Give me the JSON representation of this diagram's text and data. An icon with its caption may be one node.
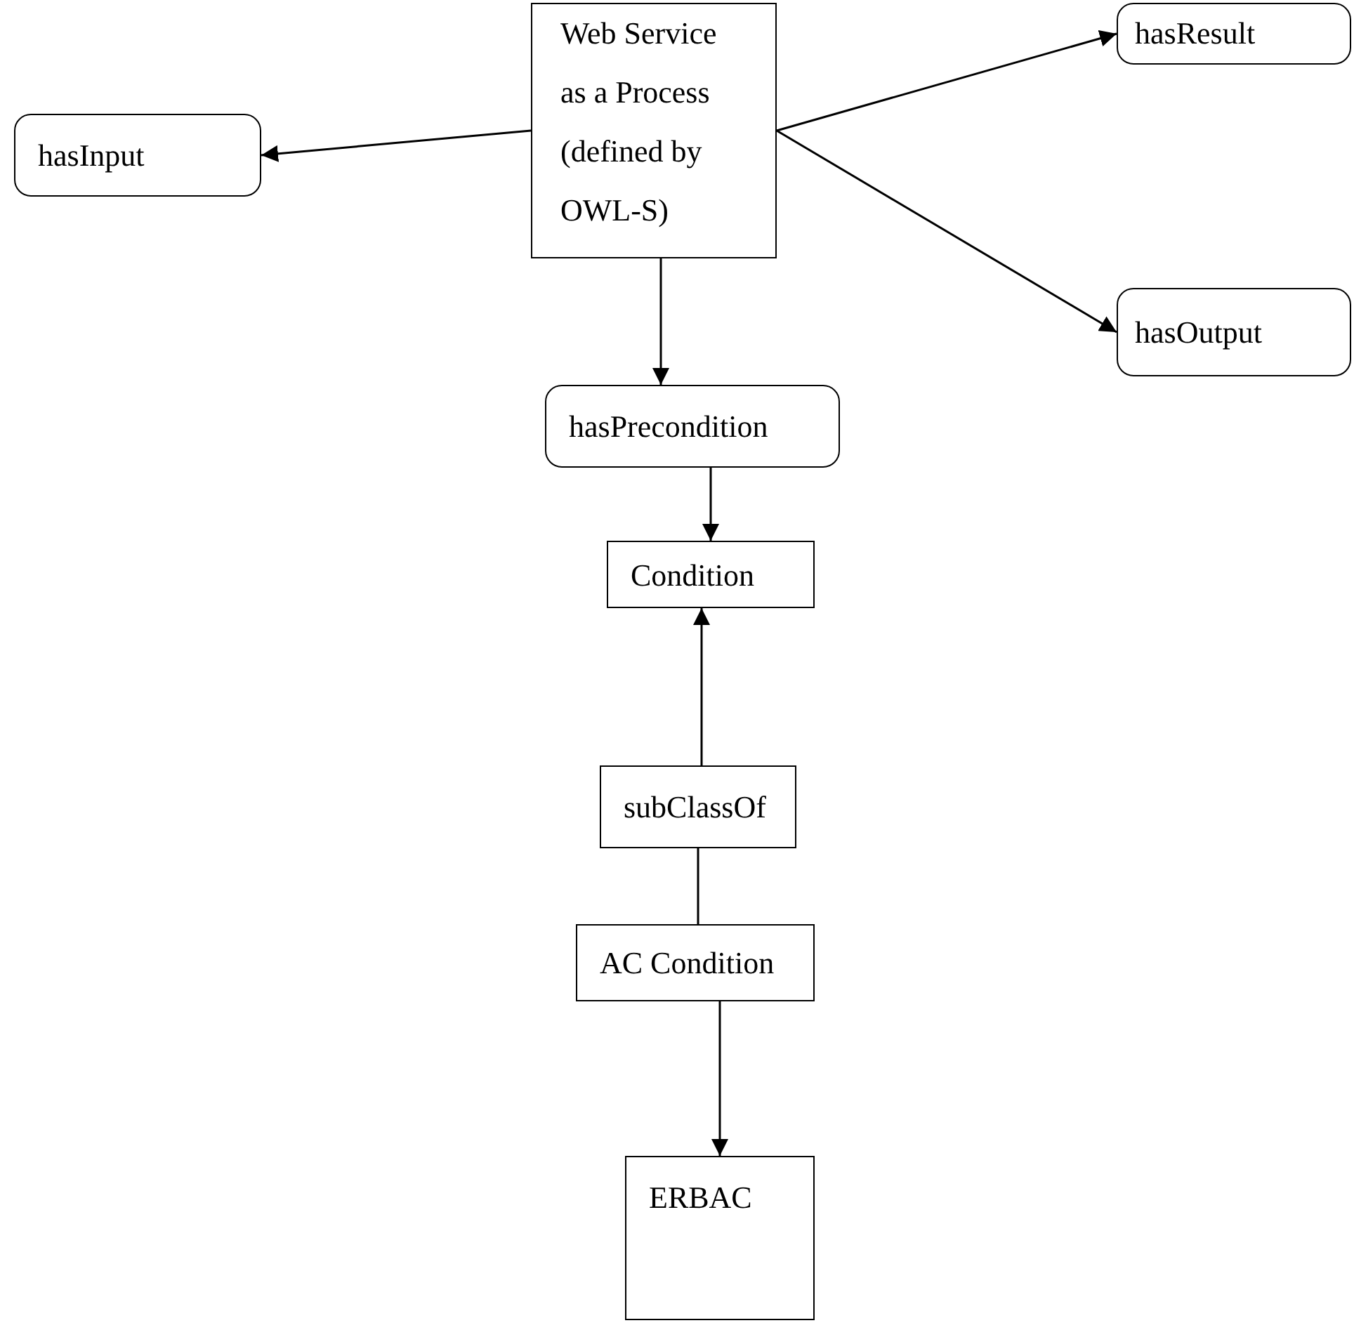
{
  "diagram": {
    "nodes": [
      {
        "text": [
          "Web Service as a Process (defined by OWL-S)"
        ]
      },
      {
        "text": [
          "hasInput"
        ]
      },
      {
        "text": [
          "hasResult"
        ]
      },
      {
        "text": [
          "hasOutput"
        ]
      },
      {
        "text": [
          "hasPrecondition"
        ]
      },
      {
        "text": [
          "Condition"
        ]
      },
      {
        "text": [
          "subClassOf"
        ]
      },
      {
        "text": [
          "AC Condition"
        ]
      },
      {
        "text": [
          "ERBAC"
        ]
      }
    ],
    "edges": [
      {
        "from": 0,
        "to": 1,
        "arrow": "to"
      },
      {
        "from": 0,
        "to": 2,
        "arrow": "to"
      },
      {
        "from": 0,
        "to": 3,
        "arrow": "to"
      },
      {
        "from": 0,
        "to": 4,
        "arrow": "to"
      },
      {
        "from": 4,
        "to": 5,
        "arrow": "to"
      },
      {
        "from": 6,
        "to": 5,
        "arrow": "to"
      },
      {
        "from": 6,
        "to": 7,
        "arrow": "none"
      },
      {
        "from": 7,
        "to": 8,
        "arrow": "to"
      }
    ]
  }
}
